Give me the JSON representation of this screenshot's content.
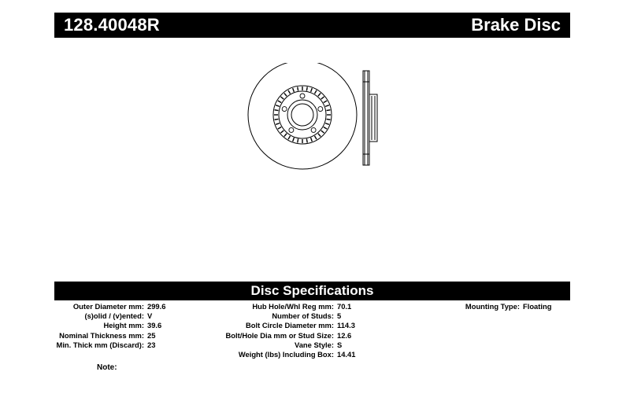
{
  "header": {
    "part_number": "128.40048R",
    "product_type": "Brake Disc"
  },
  "specs_title": "Disc Specifications",
  "specs": {
    "col1": [
      {
        "label": "Outer Diameter mm:",
        "value": "299.6"
      },
      {
        "label": "(s)olid / (v)ented:",
        "value": "V"
      },
      {
        "label": "Height mm:",
        "value": "39.6"
      },
      {
        "label": "Nominal Thickness mm:",
        "value": "25"
      },
      {
        "label": "Min. Thick mm (Discard):",
        "value": "23"
      }
    ],
    "col2": [
      {
        "label": "Hub Hole/Whl Reg mm:",
        "value": "70.1"
      },
      {
        "label": "Number of Studs:",
        "value": "5"
      },
      {
        "label": "Bolt Circle Diameter mm:",
        "value": "114.3"
      },
      {
        "label": "Bolt/Hole Dia mm or Stud Size:",
        "value": "12.6"
      },
      {
        "label": "Vane Style:",
        "value": "S"
      },
      {
        "label": "Weight (lbs) Including Box:",
        "value": "14.41"
      }
    ],
    "col3": [
      {
        "label": "Mounting Type:",
        "value": "Floating"
      }
    ]
  },
  "note_label": "Note:"
}
